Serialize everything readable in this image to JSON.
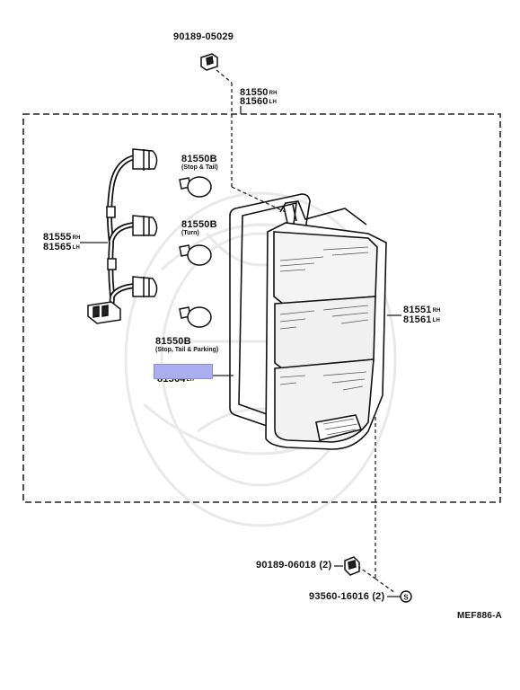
{
  "parts": {
    "top_bolt": "90189-05029",
    "lamp_rh": {
      "num": "81550",
      "suffix": "RH"
    },
    "lamp_lh": {
      "num": "81560",
      "suffix": "LH"
    },
    "bulb_stop_tail": {
      "num": "81550B",
      "desc": "(Stop & Tail)"
    },
    "bulb_turn": {
      "num": "81550B",
      "desc": "(Turn)"
    },
    "bulb_parking": {
      "num": "81550B",
      "desc": "(Stop, Tail & Parking)"
    },
    "socket_rh": {
      "num": "81555",
      "suffix": "RH"
    },
    "socket_lh": {
      "num": "81565",
      "suffix": "LH"
    },
    "lens_rh": {
      "num": "81551",
      "suffix": "RH"
    },
    "lens_lh": {
      "num": "81561",
      "suffix": "LH"
    },
    "gasket_lh": {
      "num": "81564",
      "suffix": "LH"
    },
    "nut": {
      "num": "90189-06018",
      "qty": "(2)"
    },
    "screw": {
      "num": "93560-16016",
      "qty": "(2)"
    }
  },
  "icons": {
    "screw_glyph": "S"
  },
  "diagram_code": "MEF886-A",
  "highlight_color": "#a9aeee"
}
